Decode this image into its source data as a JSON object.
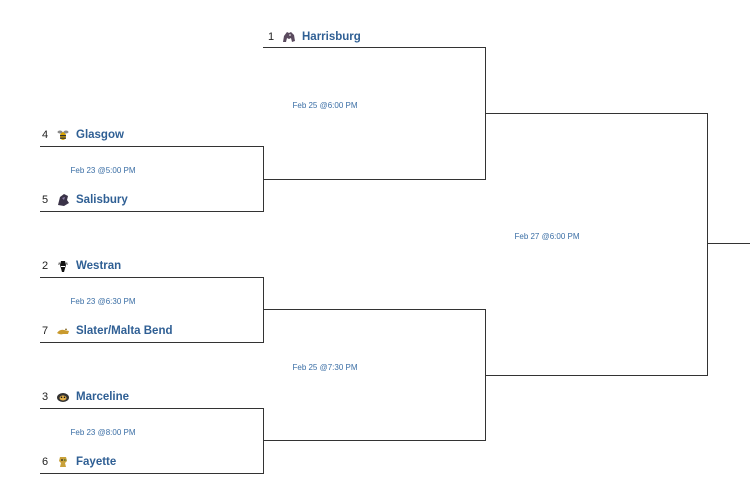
{
  "bracket": {
    "teams": [
      {
        "key": "harrisburg",
        "seed": "1",
        "name": "Harrisburg",
        "icon": "horse-head-icon"
      },
      {
        "key": "glasgow",
        "seed": "4",
        "name": "Glasgow",
        "icon": "yellow-jacket-icon"
      },
      {
        "key": "salisbury",
        "seed": "5",
        "name": "Salisbury",
        "icon": "panther-icon"
      },
      {
        "key": "westran",
        "seed": "2",
        "name": "Westran",
        "icon": "hornet-icon"
      },
      {
        "key": "slater",
        "seed": "7",
        "name": "Slater/Malta Bend",
        "icon": "wildcat-icon"
      },
      {
        "key": "marceline",
        "seed": "3",
        "name": "Marceline",
        "icon": "tiger-icon"
      },
      {
        "key": "fayette",
        "seed": "6",
        "name": "Fayette",
        "icon": "falcon-icon"
      }
    ],
    "games": [
      {
        "key": "g1",
        "label": "Feb 23 @5:00 PM"
      },
      {
        "key": "g2",
        "label": "Feb 23 @6:30 PM"
      },
      {
        "key": "g3",
        "label": "Feb 23 @8:00 PM"
      },
      {
        "key": "g4",
        "label": "Feb 25 @6:00 PM"
      },
      {
        "key": "g5",
        "label": "Feb 25 @7:30 PM"
      },
      {
        "key": "g6",
        "label": "Feb 27 @6:00 PM"
      }
    ]
  }
}
